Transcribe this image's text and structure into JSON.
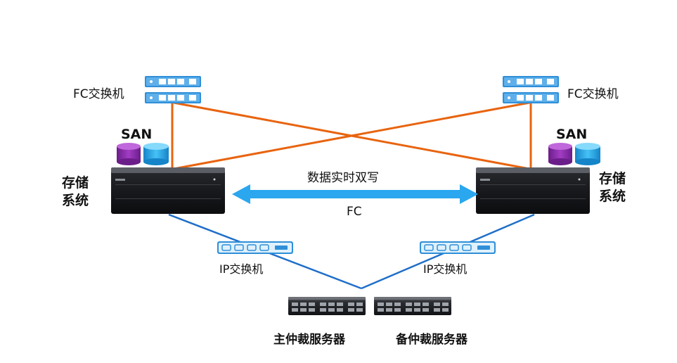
{
  "labels": {
    "fc_switch_left": "FC交换机",
    "fc_switch_right": "FC交换机",
    "san_left": "SAN",
    "san_right": "SAN",
    "storage_left_line1": "存储",
    "storage_left_line2": "系统",
    "storage_right_line1": "存储",
    "storage_right_line2": "系统",
    "dual_write": "数据实时双写",
    "fc_link": "FC",
    "ip_switch_left": "IP交换机",
    "ip_switch_right": "IP交换机",
    "primary_arbiter": "主仲裁服务器",
    "backup_arbiter": "备仲裁服务器"
  },
  "colors": {
    "fc_link": "#e8640f",
    "ip_link": "#1f6fc9",
    "replication_arrow": "#2aa7ee",
    "switch_blue": "#2f8fd8",
    "disk_purple": "#8a2aa8",
    "disk_cyan": "#27a6e6",
    "storage_body": "#1c1e22"
  }
}
